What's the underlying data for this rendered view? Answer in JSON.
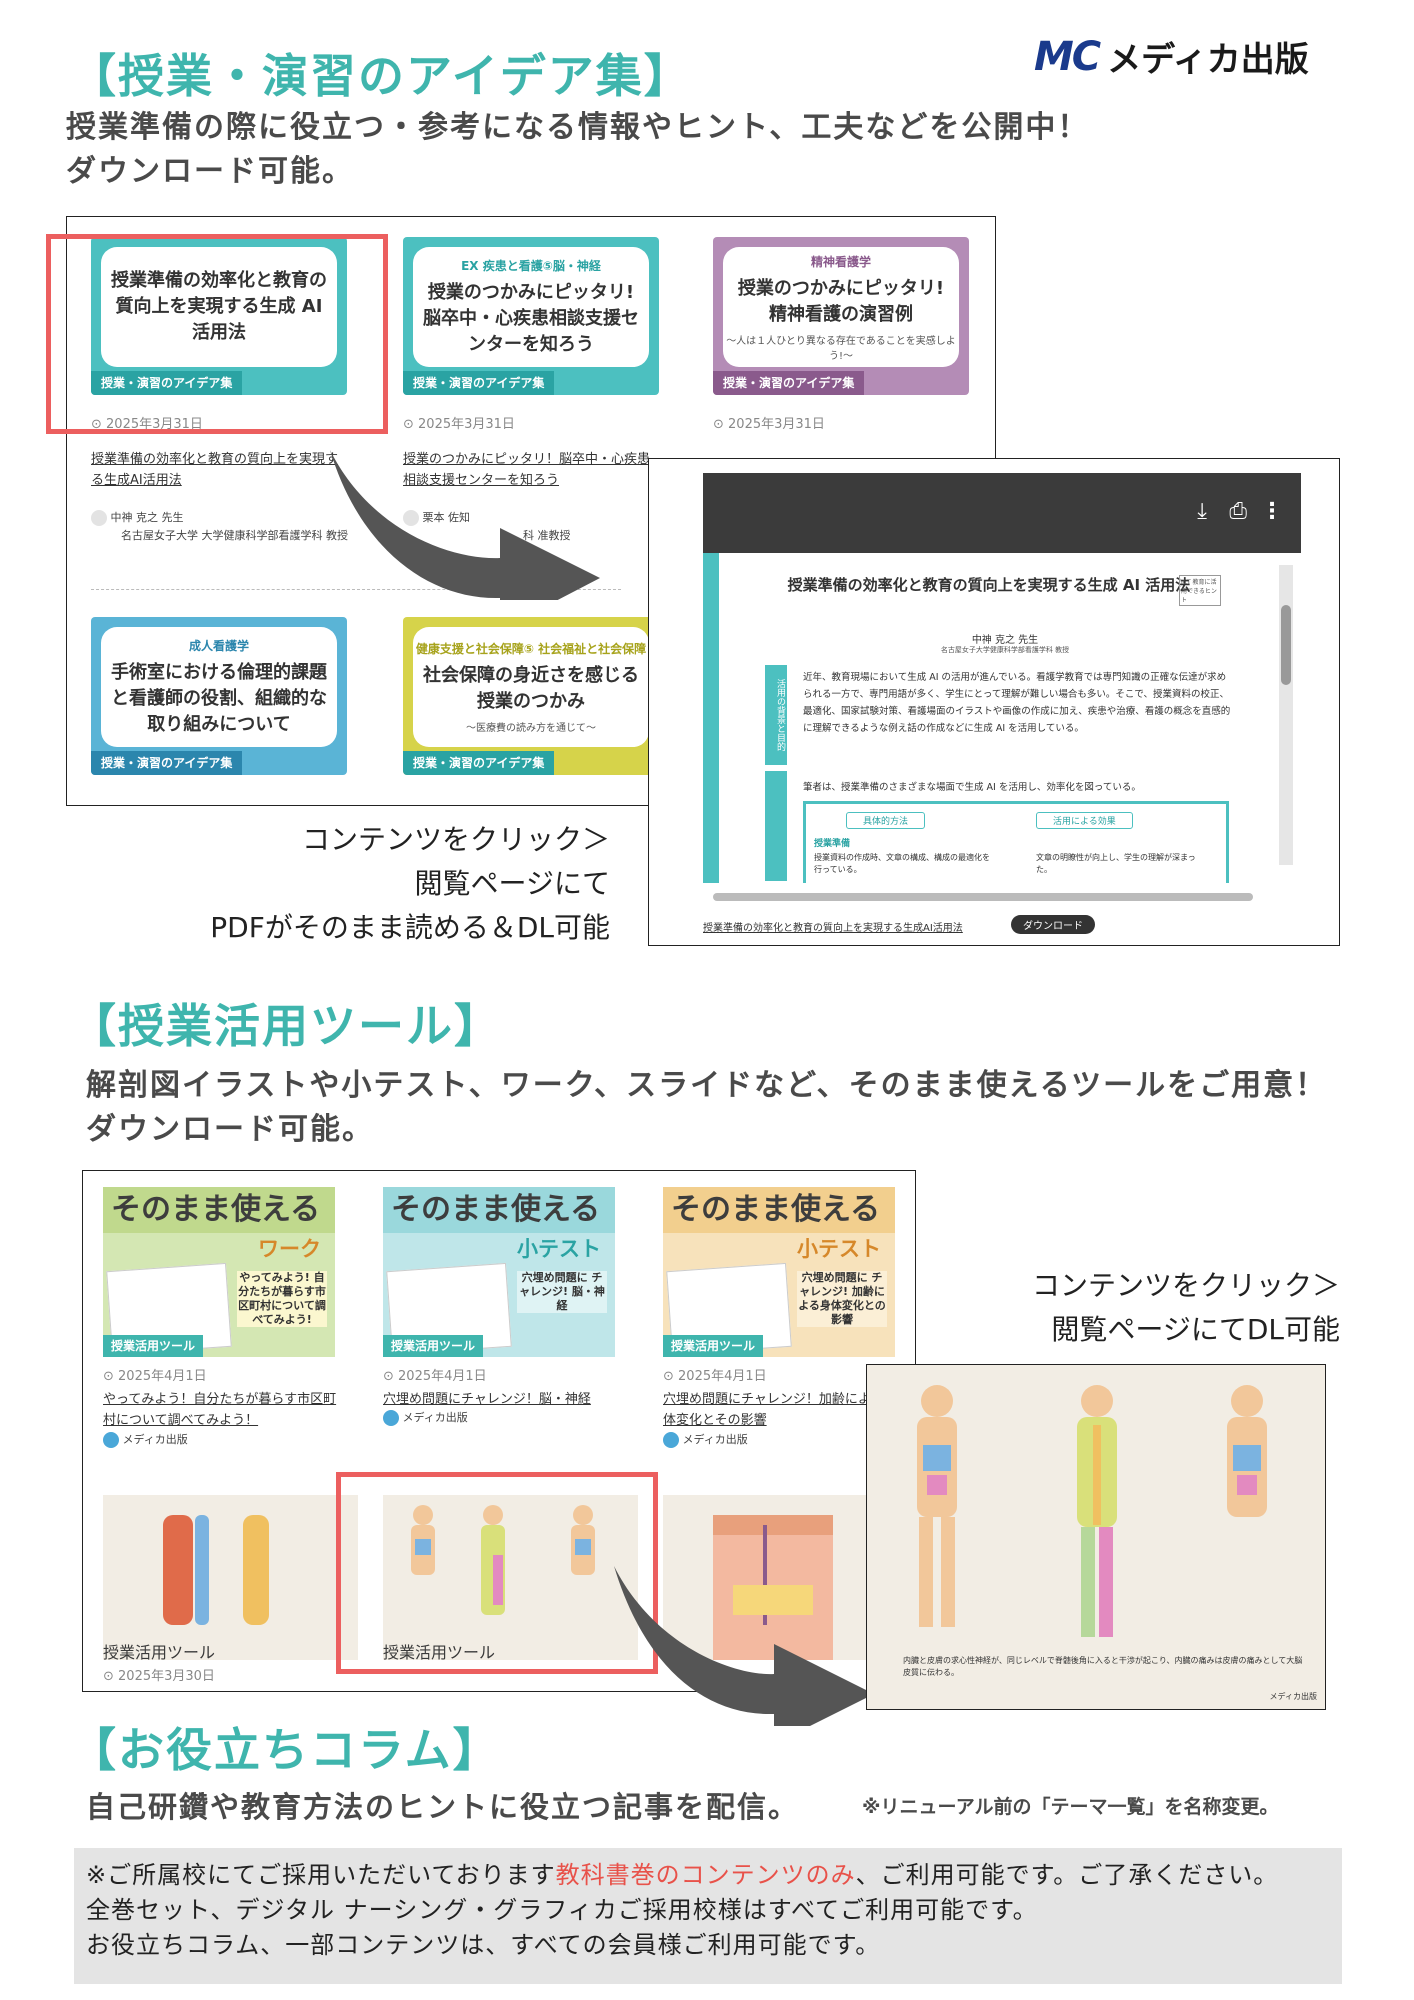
{
  "brand": {
    "logo_mark": "MC",
    "logo_text": "メディカ出版"
  },
  "section1": {
    "title": "【授業・演習のアイデア集】",
    "lead_1": "授業準備の際に役立つ・参考になる情報やヒント、工夫などを公開中！",
    "lead_2": "ダウンロード可能。",
    "cards": [
      {
        "category": "",
        "title": "授業準備の効率化と教育の質向上を実現する生成 AI 活用法",
        "subtitle": "",
        "tag": "授業・演習のアイデア集",
        "date": "2025年3月31日",
        "link": "授業準備の効率化と教育の質向上を実現する生成AI活用法",
        "author": "中神 克之 先生",
        "affiliation": "名古屋女子大学 大学健康科学部看護学科 教授"
      },
      {
        "category": "EX 疾患と看護⑤脳・神経",
        "title": "授業のつかみにピッタリ! 脳卒中・心疾患相談支援センターを知ろう",
        "subtitle": "",
        "tag": "授業・演習のアイデア集",
        "date": "2025年3月31日",
        "link": "授業のつかみにピッタリ！脳卒中・心疾患相談支援センターを知ろう",
        "author": "栗本 佐知",
        "affiliation": "科 准教授"
      },
      {
        "category": "精神看護学",
        "title": "授業のつかみにピッタリ! 精神看護の演習例",
        "subtitle": "〜人は１人ひとり異なる存在であることを実感しよう!〜",
        "tag": "授業・演習のアイデア集",
        "date": "2025年3月31日",
        "link": "",
        "author": "",
        "affiliation": ""
      },
      {
        "category": "成人看護学",
        "title": "手術室における倫理的課題と看護師の役割、組織的な取り組みについて",
        "subtitle": "",
        "tag": "授業・演習のアイデア集"
      },
      {
        "category": "健康支援と社会保障⑤ 社会福祉と社会保障",
        "title": "社会保障の身近さを感じる授業のつかみ",
        "subtitle": "〜医療費の読み方を通じて〜",
        "tag": "授業・演習のアイデア集"
      }
    ],
    "caption_lines": [
      "コンテンツをクリック＞",
      "閲覧ページにて",
      "PDFがそのまま読める＆DL可能"
    ],
    "viewer": {
      "icons": [
        "download-icon",
        "print-icon",
        "more-icon"
      ],
      "doc_title": "授業準備の効率化と教育の質向上を実現する生成 AI 活用法",
      "badge": "ICT 教育に活用できるヒント",
      "author": "中神 克之 先生",
      "affiliation": "名古屋女子大学健康科学部看護学科 教授",
      "side_label": "活用の背景と目的",
      "paragraph": "近年、教育現場において生成 AI の活用が進んでいる。看護学教育では専門知識の正確な伝達が求められる一方で、専門用語が多く、学生にとって理解が難しい場合も多い。そこで、授業資料の校正、最適化、国家試験対策、看護場面のイラストや画像の作成に加え、疾患や治療、看護の概念を直感的に理解できるような例え話の作成などに生成 AI を活用している。",
      "line2": "筆者は、授業準備のさまざまな場面で生成 AI を活用し、効率化を図っている。",
      "pill_1": "具体的方法",
      "pill_2": "活用による効果",
      "sub_head": "授業準備",
      "bullet_1": "授業資料の作成時、文章の構成、構成の最適化を行っている。",
      "bullet_2": "文章の明瞭性が向上し、学生の理解が深まった。",
      "footer_link": "授業準備の効率化と教育の質向上を実現する生成AI活用法",
      "download_label": "ダウンロード"
    }
  },
  "section2": {
    "title": "【授業活用ツール】",
    "lead_1": "解剖図イラストや小テスト、ワーク、スライドなど、そのまま使えるツールをご用意！",
    "lead_2": "ダウンロード可能。",
    "tools": [
      {
        "head": "そのまま使える",
        "kind": "ワーク",
        "bubble": "やってみよう! 自分たちが暮らす市区町村について調べてみよう!",
        "tag": "授業活用ツール",
        "date": "2025年4月1日",
        "link": "やってみよう！自分たちが暮らす市区町村について調べてみよう！",
        "publisher": "メディカ出版"
      },
      {
        "head": "そのまま使える",
        "kind": "小テスト",
        "bubble": "穴埋め問題に チャレンジ! 脳・神経",
        "tag": "授業活用ツール",
        "date": "2025年4月1日",
        "link": "穴埋め問題にチャレンジ！脳・神経",
        "publisher": "メディカ出版"
      },
      {
        "head": "そのまま使える",
        "kind": "小テスト",
        "bubble": "穴埋め問題に チャレンジ! 加齢による身体変化との影響",
        "tag": "授業活用ツール",
        "date": "2025年4月1日",
        "link": "穴埋め問題にチャレンジ！加齢による身体変化とその影響",
        "publisher": "メディカ出版"
      }
    ],
    "anatomy_tag": "授業活用ツール",
    "anatomy_date": "2025年3月30日",
    "caption_lines": [
      "コンテンツをクリック＞",
      "閲覧ページにてDL可能"
    ],
    "preview_note": "内臓と皮膚の求心性神経が、同じレベルで脊髄後角に入ると干渉が起こり、内臓の痛みは皮膚の痛みとして大脳皮質に伝わる。",
    "preview_logo": "メディカ出版"
  },
  "section3": {
    "title": "【お役立ちコラム】",
    "lead": "自己研鑽や教育方法のヒントに役立つ記事を配信。",
    "note": "※リニューアル前の「テーマ一覧」を名称変更。"
  },
  "notice": {
    "line1_a": "※ご所属校にてご採用いただいております",
    "line1_highlight": "教科書巻のコンテンツのみ",
    "line1_b": "、ご利用可能です。ご了承ください。",
    "line2": "全巻セット、デジタル ナーシング・グラフィカご採用校様はすべてご利用可能です。",
    "line3": "お役立ちコラム、一部コンテンツは、すべての会員様ご利用可能です。",
    "highlight_color": "#e8524a"
  },
  "colors": {
    "accent": "#3fb5ad",
    "red_frame": "#ec5f5f",
    "green_card": "#4cc0c0",
    "purple_card": "#b48cb6",
    "blue_card": "#5ab4d6",
    "yellow_card": "#d6d34a"
  }
}
